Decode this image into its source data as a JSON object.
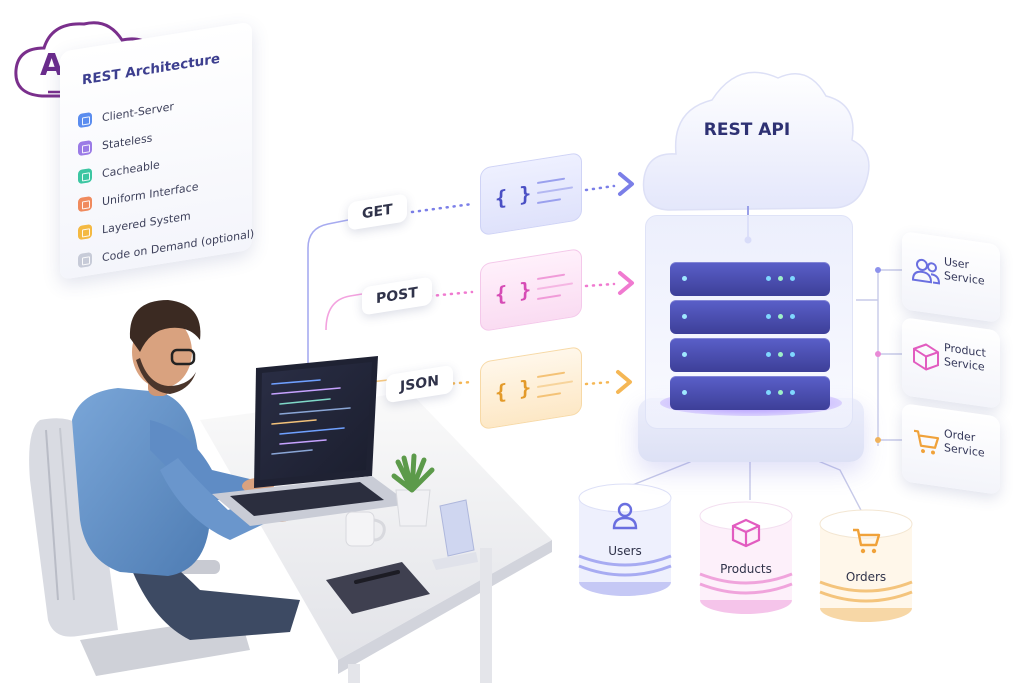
{
  "logo": {
    "text": "API.ir"
  },
  "architecture": {
    "title": "REST Architecture",
    "items": [
      {
        "label": "Client-Server",
        "color": "#5b8def"
      },
      {
        "label": "Stateless",
        "color": "#9b7be6"
      },
      {
        "label": "Cacheable",
        "color": "#3cc6a2"
      },
      {
        "label": "Uniform Interface",
        "color": "#f08a5d"
      },
      {
        "label": "Layered System",
        "color": "#f4b942"
      },
      {
        "label": "Code on Demand (optional)",
        "color": "#c7cbd8"
      }
    ]
  },
  "methods": [
    {
      "label": "GET",
      "color": "#7b7fe8"
    },
    {
      "label": "POST",
      "color": "#f07ad0"
    },
    {
      "label": "JSON",
      "color": "#f5b755"
    }
  ],
  "payload_icon": "{ }",
  "cloud": {
    "label": "REST API"
  },
  "services": [
    {
      "label": "User Service",
      "icon": "users-icon",
      "color": "#6a6fe0"
    },
    {
      "label": "Product Service",
      "icon": "box-icon",
      "color": "#e25cc0"
    },
    {
      "label": "Order Service",
      "icon": "cart-icon",
      "color": "#f0a23a"
    }
  ],
  "databases": [
    {
      "label": "Users",
      "icon": "user-icon",
      "color": "#7b7fe8"
    },
    {
      "label": "Products",
      "icon": "box-icon",
      "color": "#e86fd0"
    },
    {
      "label": "Orders",
      "icon": "cart-icon",
      "color": "#f4a63c"
    }
  ]
}
